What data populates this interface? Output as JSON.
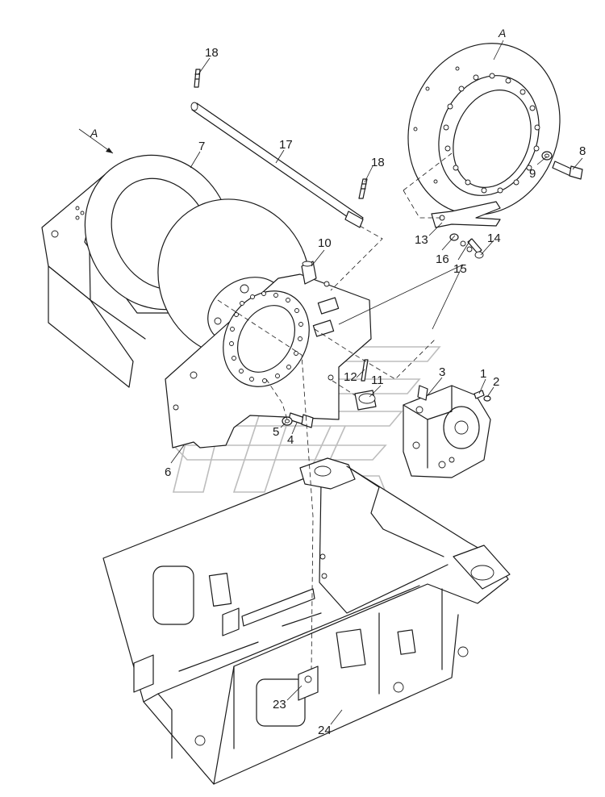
{
  "view_marks": [
    "A",
    "A"
  ],
  "callouts": [
    "1",
    "2",
    "3",
    "4",
    "5",
    "6",
    "7",
    "8",
    "9",
    "10",
    "11",
    "12",
    "13",
    "14",
    "15",
    "16",
    "17",
    "18",
    "18",
    "23",
    "24"
  ]
}
